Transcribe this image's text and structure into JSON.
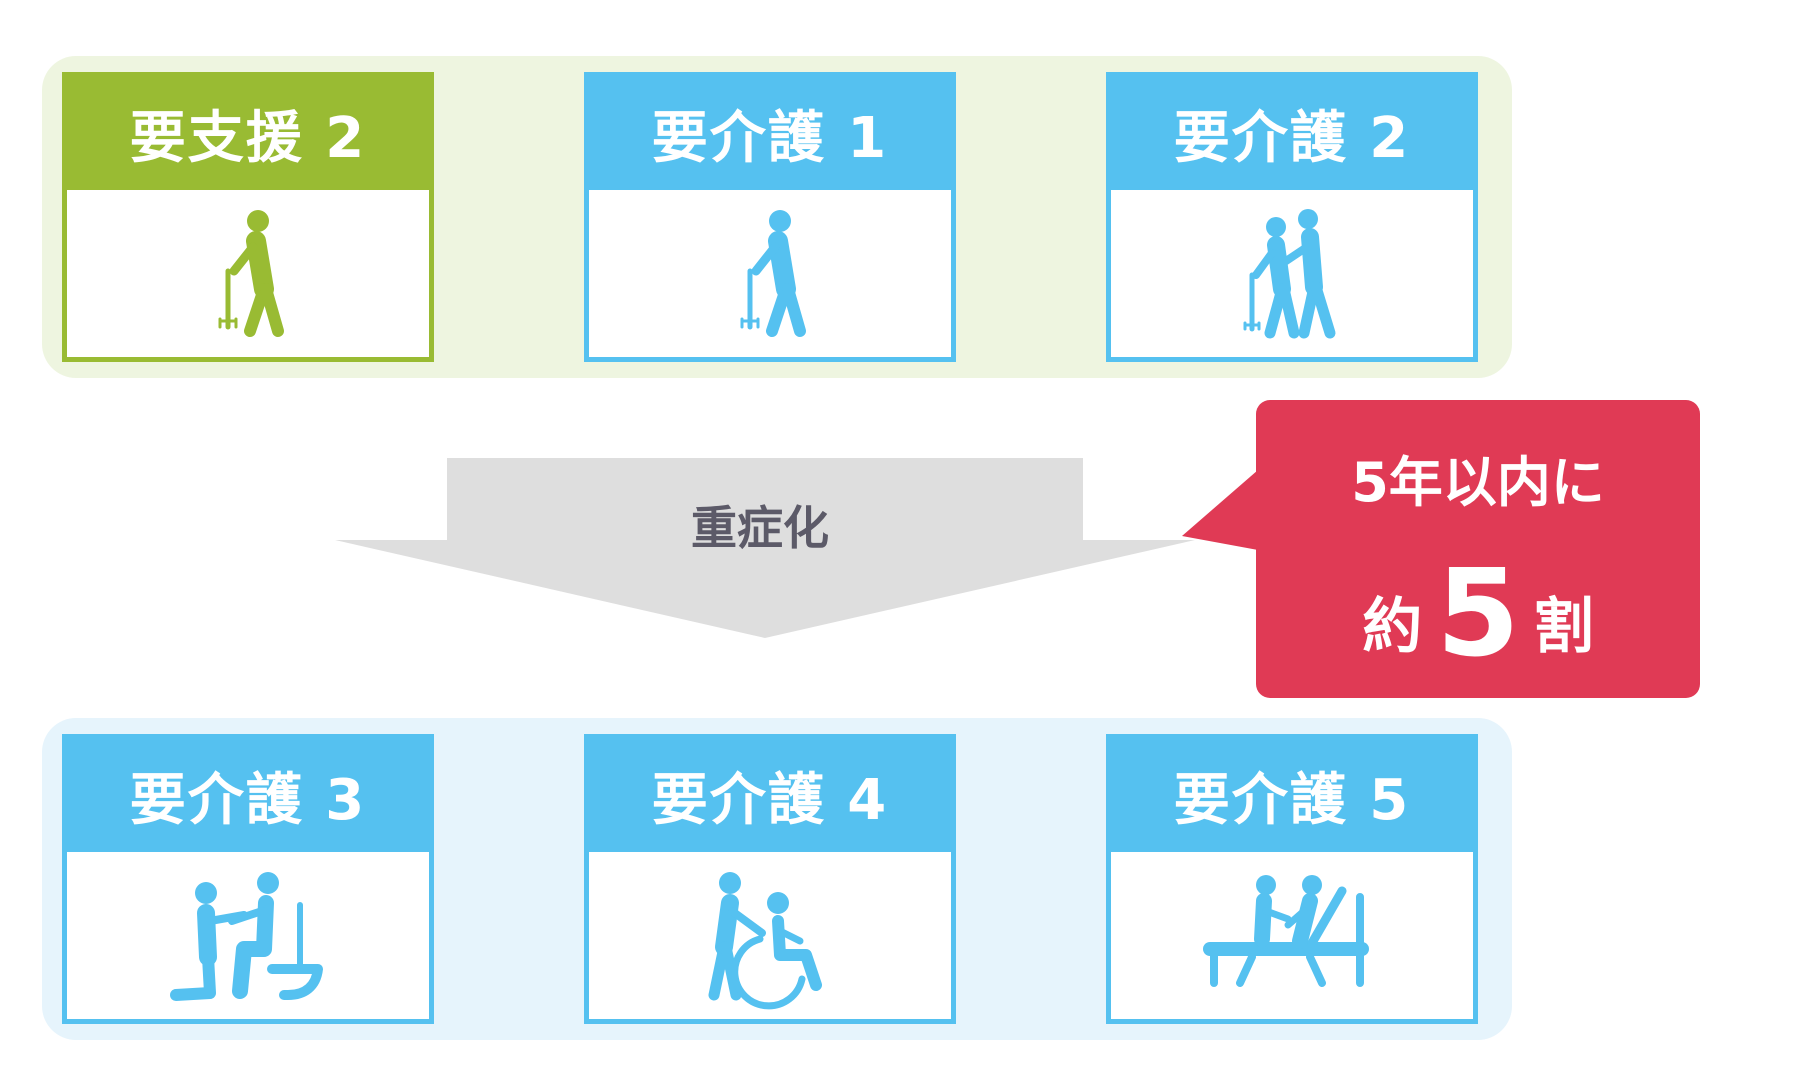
{
  "colors": {
    "support_green": "#99bb33",
    "care_blue": "#55c1f0",
    "callout_red": "#e03a55",
    "arrow_gray": "#dedede",
    "top_group_bg": "#eef5e0",
    "bottom_group_bg": "#e6f4fc"
  },
  "top_row": [
    {
      "title": "要支援 2",
      "icon": "person-with-cane-icon"
    },
    {
      "title": "要介護 1",
      "icon": "person-with-cane-icon"
    },
    {
      "title": "要介護 2",
      "icon": "caregiver-assisting-walk-icon"
    }
  ],
  "arrow": {
    "label": "重症化"
  },
  "callout": {
    "line1": "5年以内に",
    "line2_pre": "約",
    "line2_num": "5",
    "line2_post": "割"
  },
  "bottom_row": [
    {
      "title": "要介護 3",
      "icon": "toilet-assistance-icon"
    },
    {
      "title": "要介護 4",
      "icon": "wheelchair-assistance-icon"
    },
    {
      "title": "要介護 5",
      "icon": "bed-assistance-icon"
    }
  ]
}
